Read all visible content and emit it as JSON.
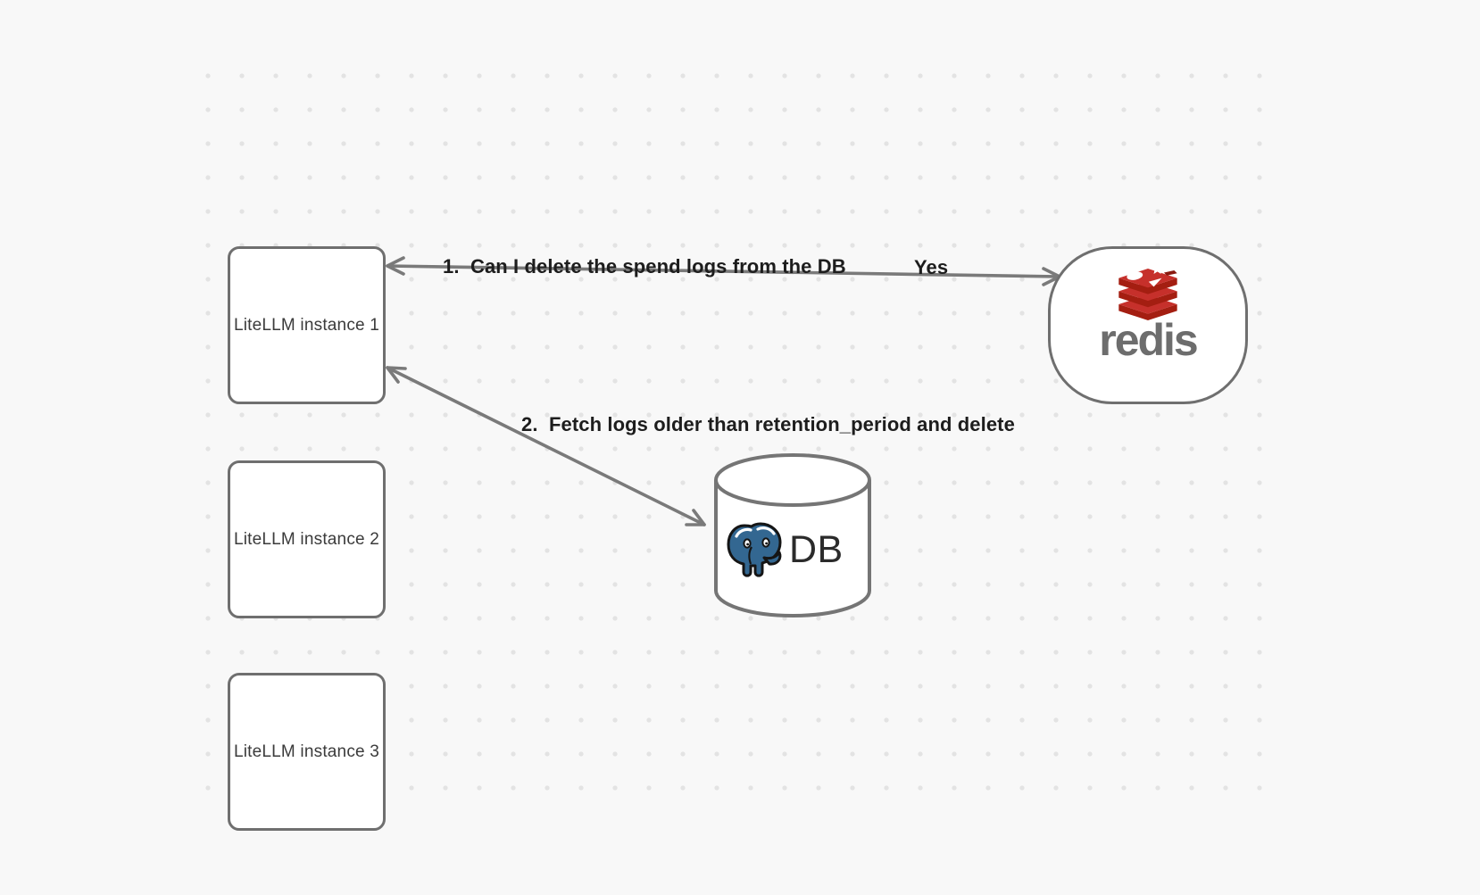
{
  "diagram": {
    "background_color": "#f8f8f8",
    "dot_color": "#e3e3e3",
    "node_stroke_color": "#6f6f6f",
    "arrow_color": "#7a7a7a",
    "label_text_color": "#1d1d1d",
    "nodes": {
      "instances": [
        {
          "label": "LiteLLM instance 1"
        },
        {
          "label": "LiteLLM instance 2"
        },
        {
          "label": "LiteLLM instance 3"
        }
      ],
      "redis": {
        "wordmark": "redis",
        "wordmark_color": "#6d6d6d",
        "logo_icon": "redis-stack-logo",
        "logo_red": "#c6302b",
        "logo_dark_red": "#a41e11"
      },
      "db": {
        "label": "DB",
        "label_color": "#2b2b2b",
        "logo_icon": "postgresql-elephant",
        "elephant_blue": "#336791"
      }
    },
    "edges": [
      {
        "label": "1.  Can I delete the spend logs from the DB",
        "response": "Yes",
        "from": "LiteLLM instance 1",
        "to": "redis"
      },
      {
        "label": "2.  Fetch logs older than retention_period and delete",
        "from": "LiteLLM instance 1",
        "to": "DB"
      }
    ]
  }
}
